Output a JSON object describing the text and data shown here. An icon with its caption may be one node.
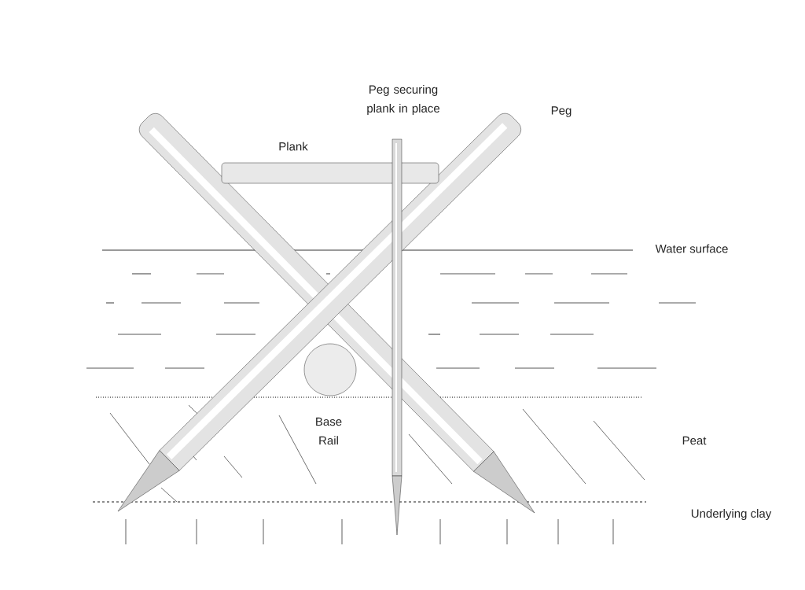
{
  "diagram": {
    "labels": [
      "Peg securing plank in place",
      "Peg",
      "Plank",
      "Water surface",
      "Base Rail",
      "Peat",
      "Underlying clay"
    ]
  }
}
